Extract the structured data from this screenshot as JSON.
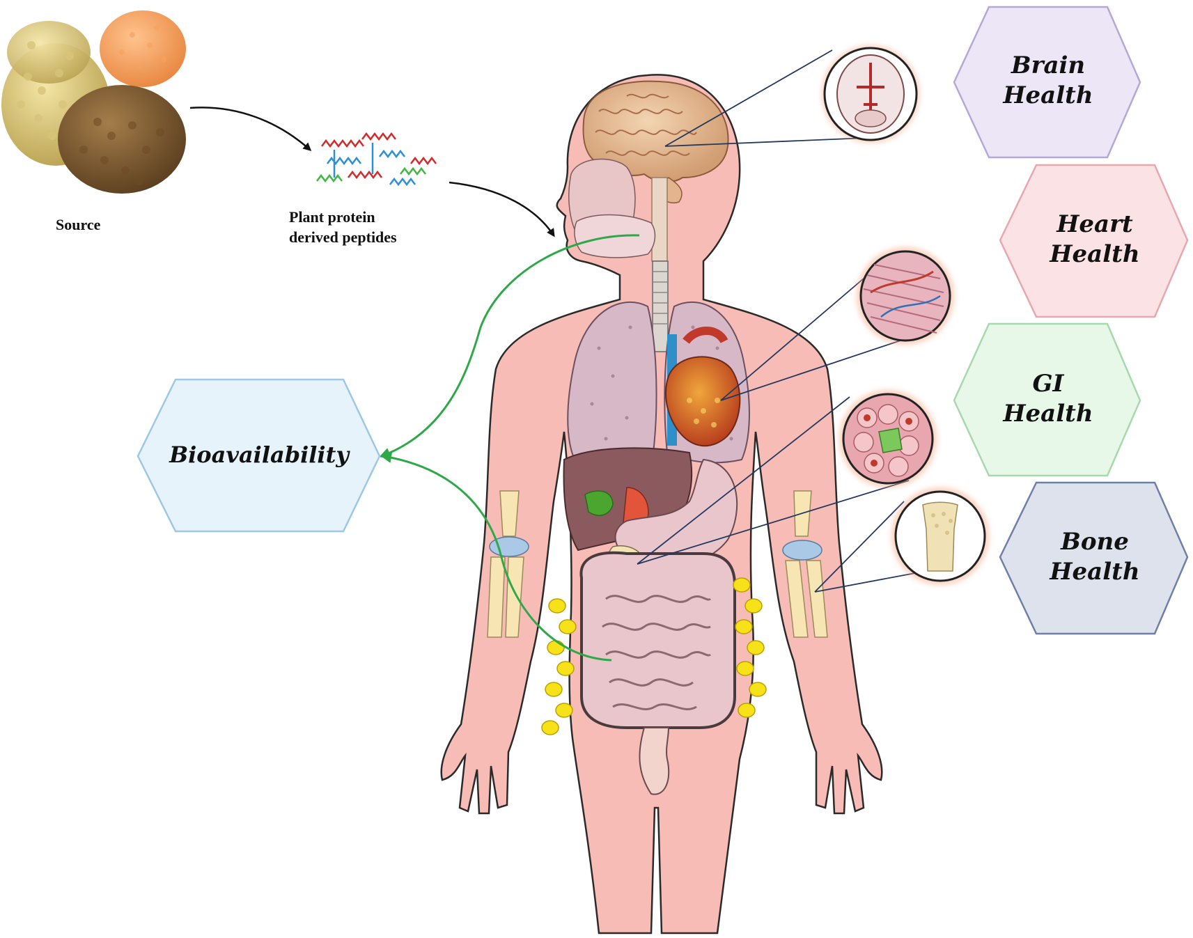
{
  "labels": {
    "source": "Source",
    "peptides_line1": "Plant protein",
    "peptides_line2": "derived peptides",
    "bioavailability": "Bioavailability"
  },
  "health": [
    {
      "line1": "Brain",
      "line2": "Health",
      "fill": "#ece6f6",
      "stroke": "#b6a7d9"
    },
    {
      "line1": "Heart",
      "line2": "Health",
      "fill": "#fbe2e4",
      "stroke": "#e8a7ad"
    },
    {
      "line1": "GI",
      "line2": "Health",
      "fill": "#e7f7e8",
      "stroke": "#a6d9ab"
    },
    {
      "line1": "Bone",
      "line2": "Health",
      "fill": "#dde2ec",
      "stroke": "#6f7fa8"
    }
  ],
  "colors": {
    "body": "#f8bcb6",
    "body_outline": "#2a2a2a",
    "absorption_arrow": "#2fa84a",
    "flow_arrow": "#111111",
    "callout_line": "#24385e",
    "bioavailability_fill": "#e6f3fb",
    "bioavailability_stroke": "#9cc8e6"
  }
}
